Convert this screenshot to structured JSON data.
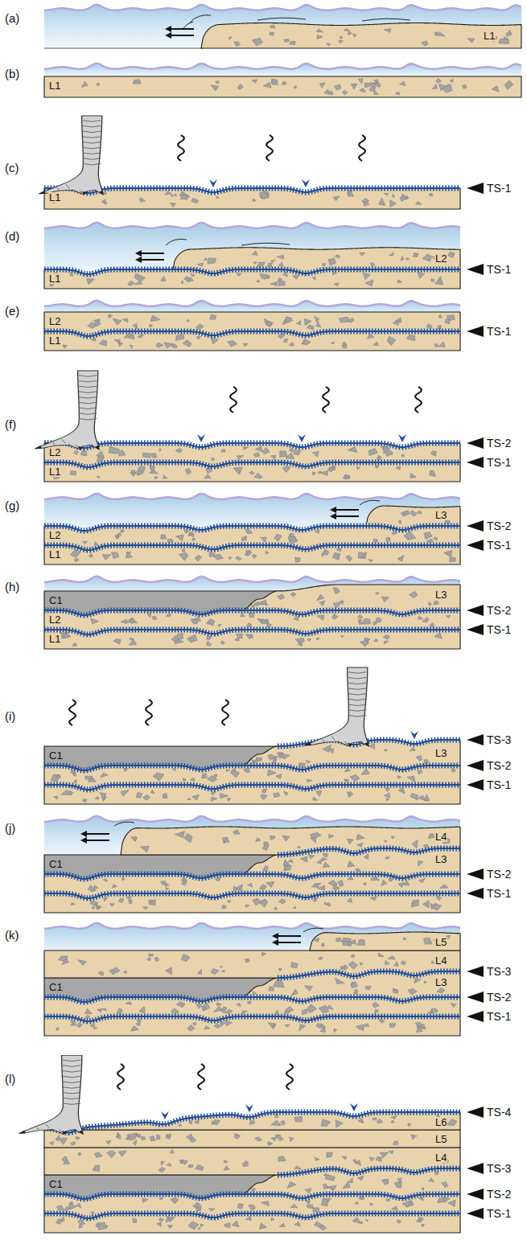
{
  "diagram": {
    "labels": [
      "(a)",
      "L1",
      "(b)",
      "L1",
      "(c)",
      "L1",
      "TS-1",
      "(d)",
      "L2",
      "L1",
      "TS-1",
      "(e)",
      "L2",
      "L1",
      "TS-1",
      "(f)",
      "L2",
      "L1",
      "TS-2",
      "TS-1",
      "(g)",
      "L3",
      "L2",
      "L1",
      "TS-2",
      "TS-1",
      "(h)",
      "C1",
      "L3",
      "L2",
      "L1",
      "TS-2",
      "TS-1",
      "(i)",
      "C1",
      "L3",
      "TS-3",
      "TS-2",
      "TS-1",
      "(j)",
      "L4",
      "C1",
      "L3",
      "TS-2",
      "TS-1",
      "(k)",
      "L5",
      "L4",
      "C1",
      "L3",
      "TS-3",
      "TS-2",
      "TS-1",
      "(l)",
      "L6",
      "L5",
      "L4",
      "C1",
      "TS-4",
      "TS-3",
      "TS-2",
      "TS-1"
    ]
  }
}
